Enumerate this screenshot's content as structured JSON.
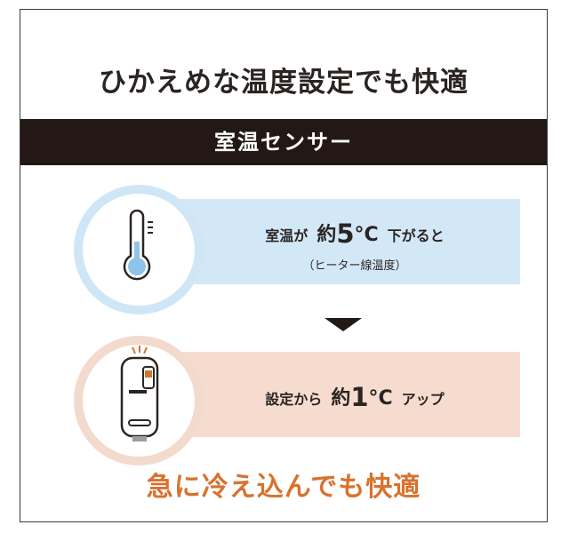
{
  "headline": "ひかえめな温度設定でも快適",
  "section_title": "室温センサー",
  "step1": {
    "prefix": "室温が",
    "approx": "約",
    "amount": "5",
    "unit": "°C",
    "suffix": "下がると",
    "note": "（ヒーター線温度）",
    "icon": "thermometer-icon"
  },
  "step2": {
    "prefix": "設定から",
    "approx": "約",
    "amount": "1",
    "unit": "°C",
    "suffix": "アップ",
    "icon": "controller-device-icon"
  },
  "conclusion": "急に冷え込んでも快適",
  "colors": {
    "band": "#231815",
    "blue_panel": "#d3e8f7",
    "peach_panel": "#f6dccf",
    "accent_orange": "#d8722e",
    "thermo_fill": "#8ec3ea"
  }
}
